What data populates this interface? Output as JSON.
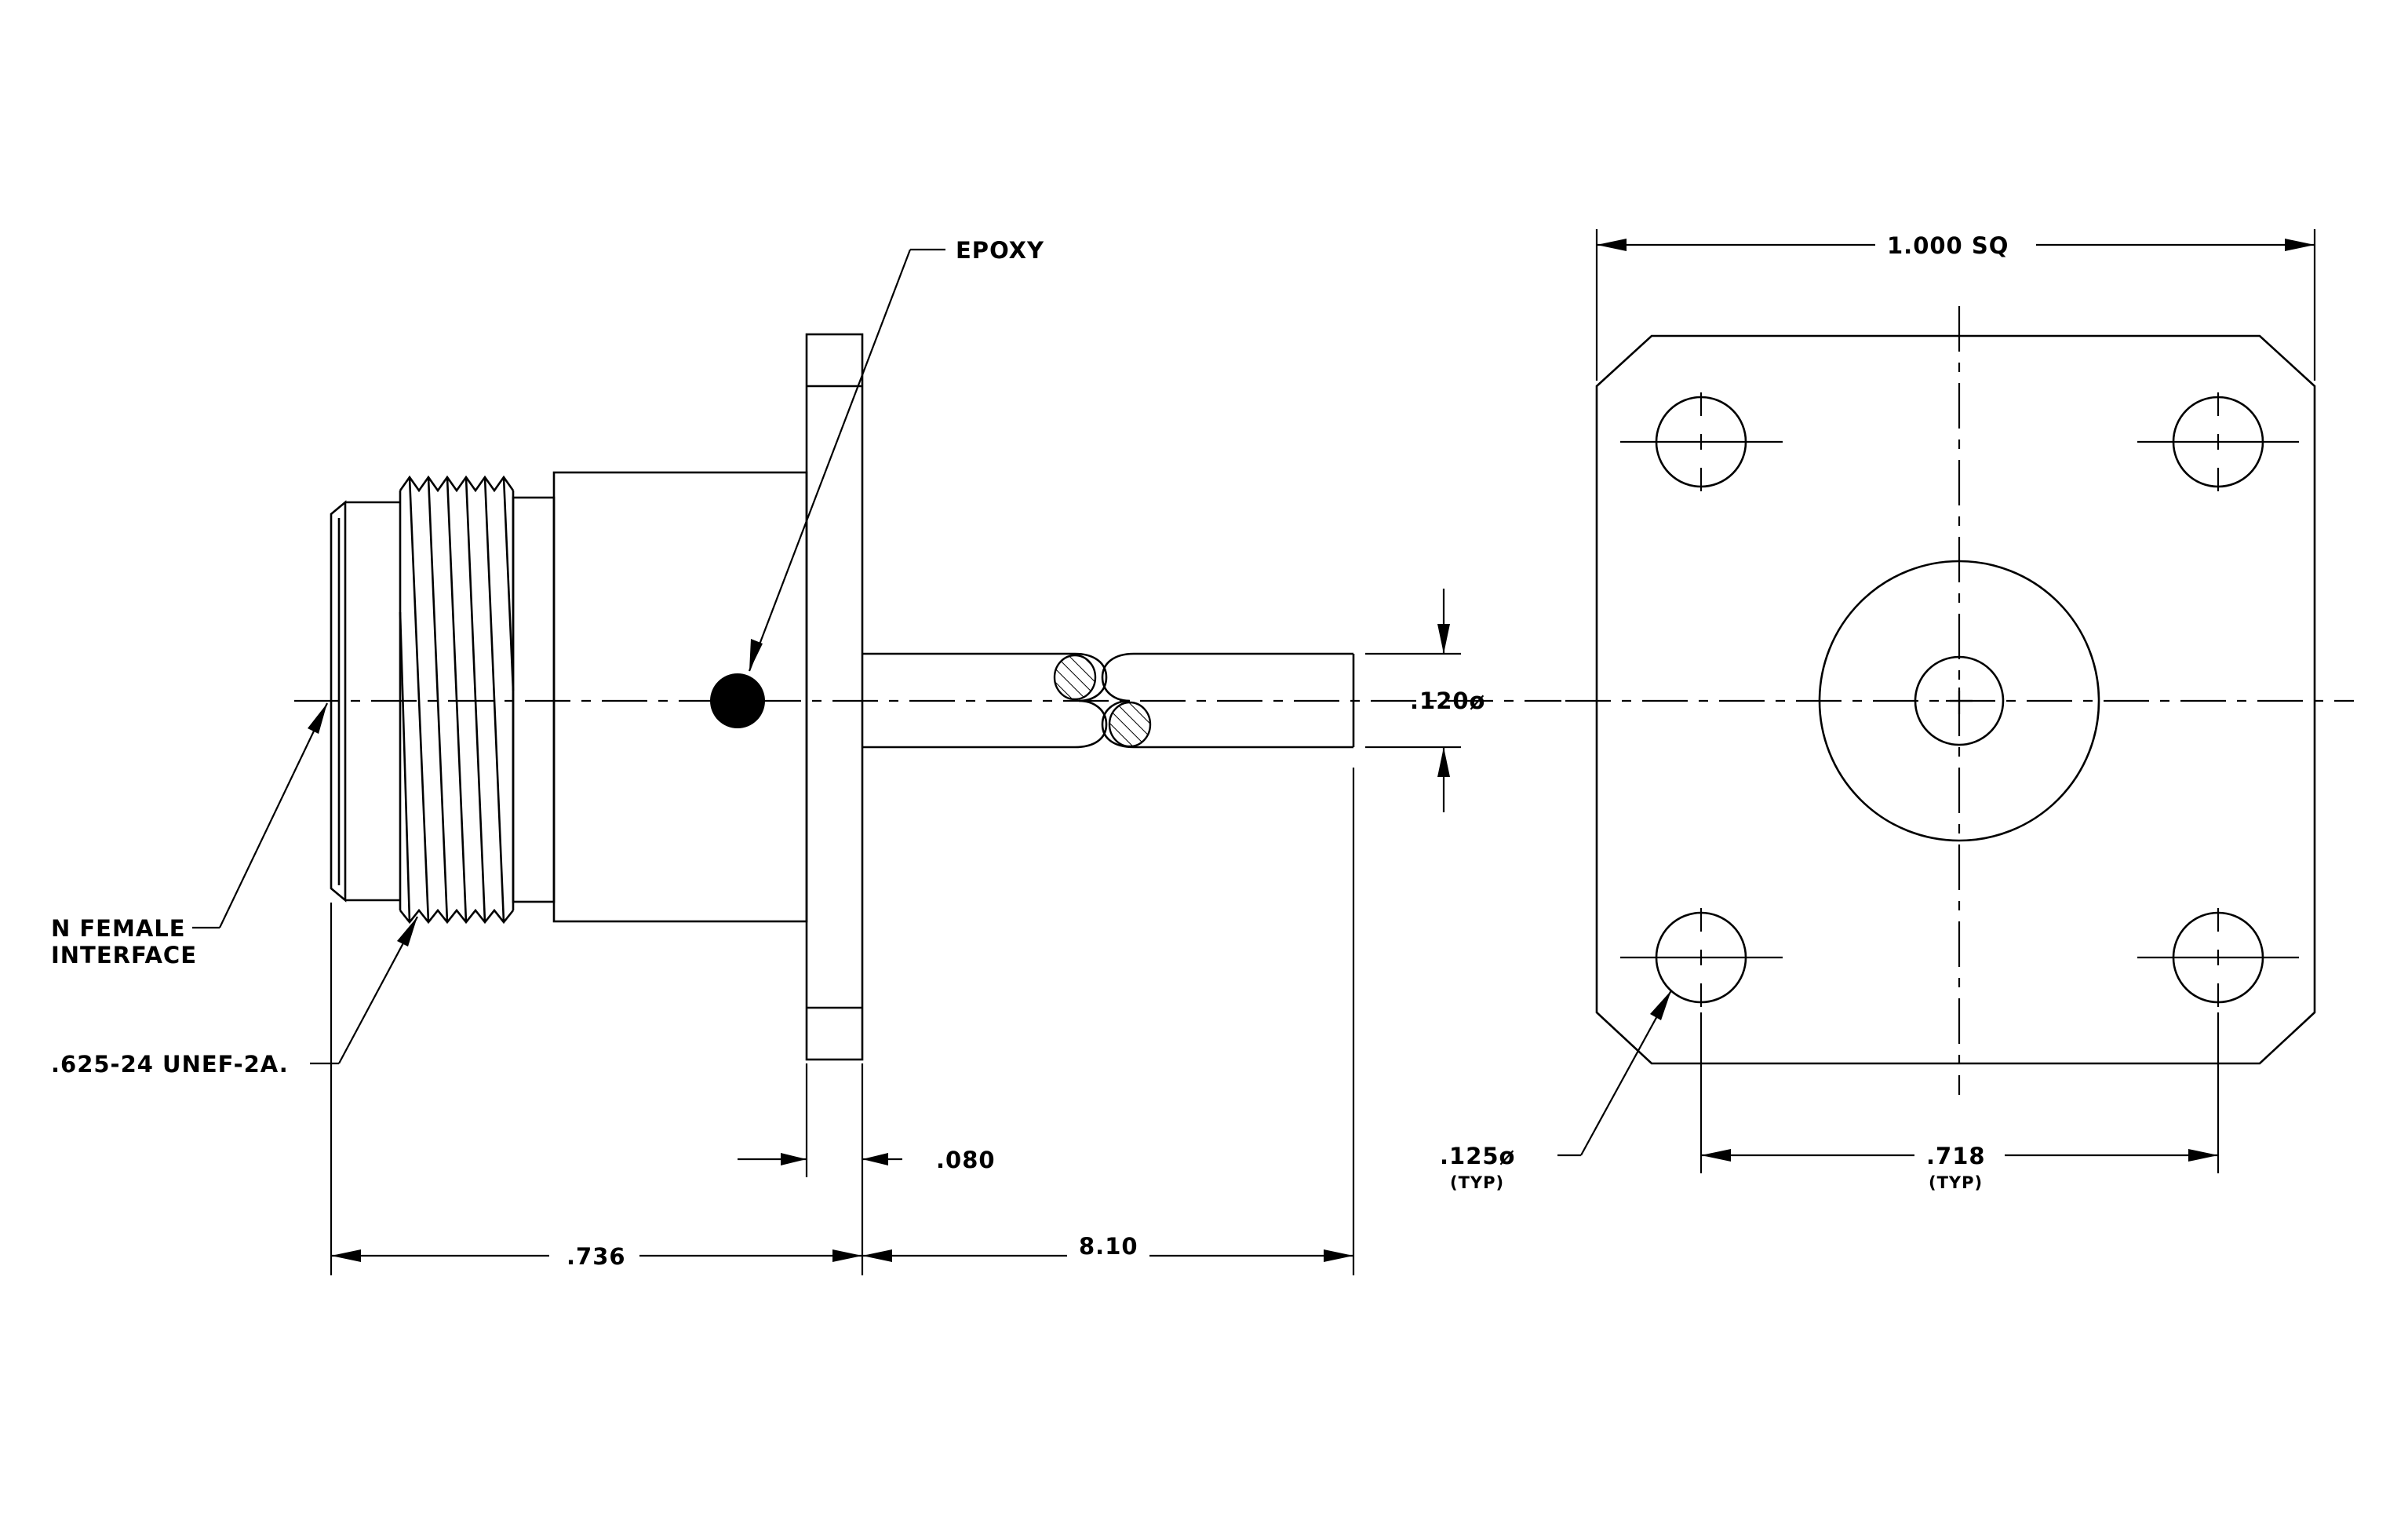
{
  "labels": {
    "epoxy": "EPOXY",
    "n_female_line1": "N FEMALE",
    "n_female_line2": "INTERFACE",
    "thread_spec": ".625-24 UNEF-2A.",
    "flange_thickness": ".080",
    "connector_length": ".736",
    "pin_length": "8.10",
    "pin_diameter": ".120ø",
    "flange_size": "1.000 SQ",
    "hole_diameter": ".125ø",
    "hole_diameter_note": "(TYP)",
    "hole_spacing": ".718",
    "hole_spacing_note": "(TYP)"
  },
  "colors": {
    "line": "#000000",
    "background": "#ffffff"
  }
}
